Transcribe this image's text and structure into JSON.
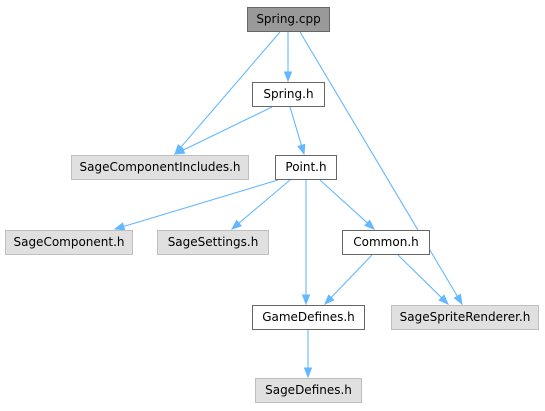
{
  "graph": {
    "colors": {
      "edge": "#63b8ff",
      "root_fill": "#999999",
      "documented_fill": "#ffffff",
      "external_fill": "#e0e0e0",
      "border": "#666666",
      "external_border": "#bfbfbf"
    },
    "nodes": {
      "spring_cpp": {
        "label": "Spring.cpp",
        "kind": "root"
      },
      "spring_h": {
        "label": "Spring.h",
        "kind": "documented"
      },
      "sage_component_includes_h": {
        "label": "SageComponentIncludes.h",
        "kind": "external"
      },
      "point_h": {
        "label": "Point.h",
        "kind": "documented"
      },
      "sage_component_h": {
        "label": "SageComponent.h",
        "kind": "external"
      },
      "sage_settings_h": {
        "label": "SageSettings.h",
        "kind": "external"
      },
      "common_h": {
        "label": "Common.h",
        "kind": "documented"
      },
      "game_defines_h": {
        "label": "GameDefines.h",
        "kind": "documented"
      },
      "sage_sprite_renderer_h": {
        "label": "SageSpriteRenderer.h",
        "kind": "external"
      },
      "sage_defines_h": {
        "label": "SageDefines.h",
        "kind": "external"
      }
    },
    "edges": [
      {
        "from": "spring_cpp",
        "to": "spring_h"
      },
      {
        "from": "spring_cpp",
        "to": "sage_component_includes_h"
      },
      {
        "from": "spring_cpp",
        "to": "sage_sprite_renderer_h"
      },
      {
        "from": "spring_h",
        "to": "sage_component_includes_h"
      },
      {
        "from": "spring_h",
        "to": "point_h"
      },
      {
        "from": "point_h",
        "to": "sage_component_h"
      },
      {
        "from": "point_h",
        "to": "sage_settings_h"
      },
      {
        "from": "point_h",
        "to": "common_h"
      },
      {
        "from": "point_h",
        "to": "game_defines_h"
      },
      {
        "from": "common_h",
        "to": "game_defines_h"
      },
      {
        "from": "common_h",
        "to": "sage_sprite_renderer_h"
      },
      {
        "from": "game_defines_h",
        "to": "sage_defines_h"
      }
    ]
  }
}
